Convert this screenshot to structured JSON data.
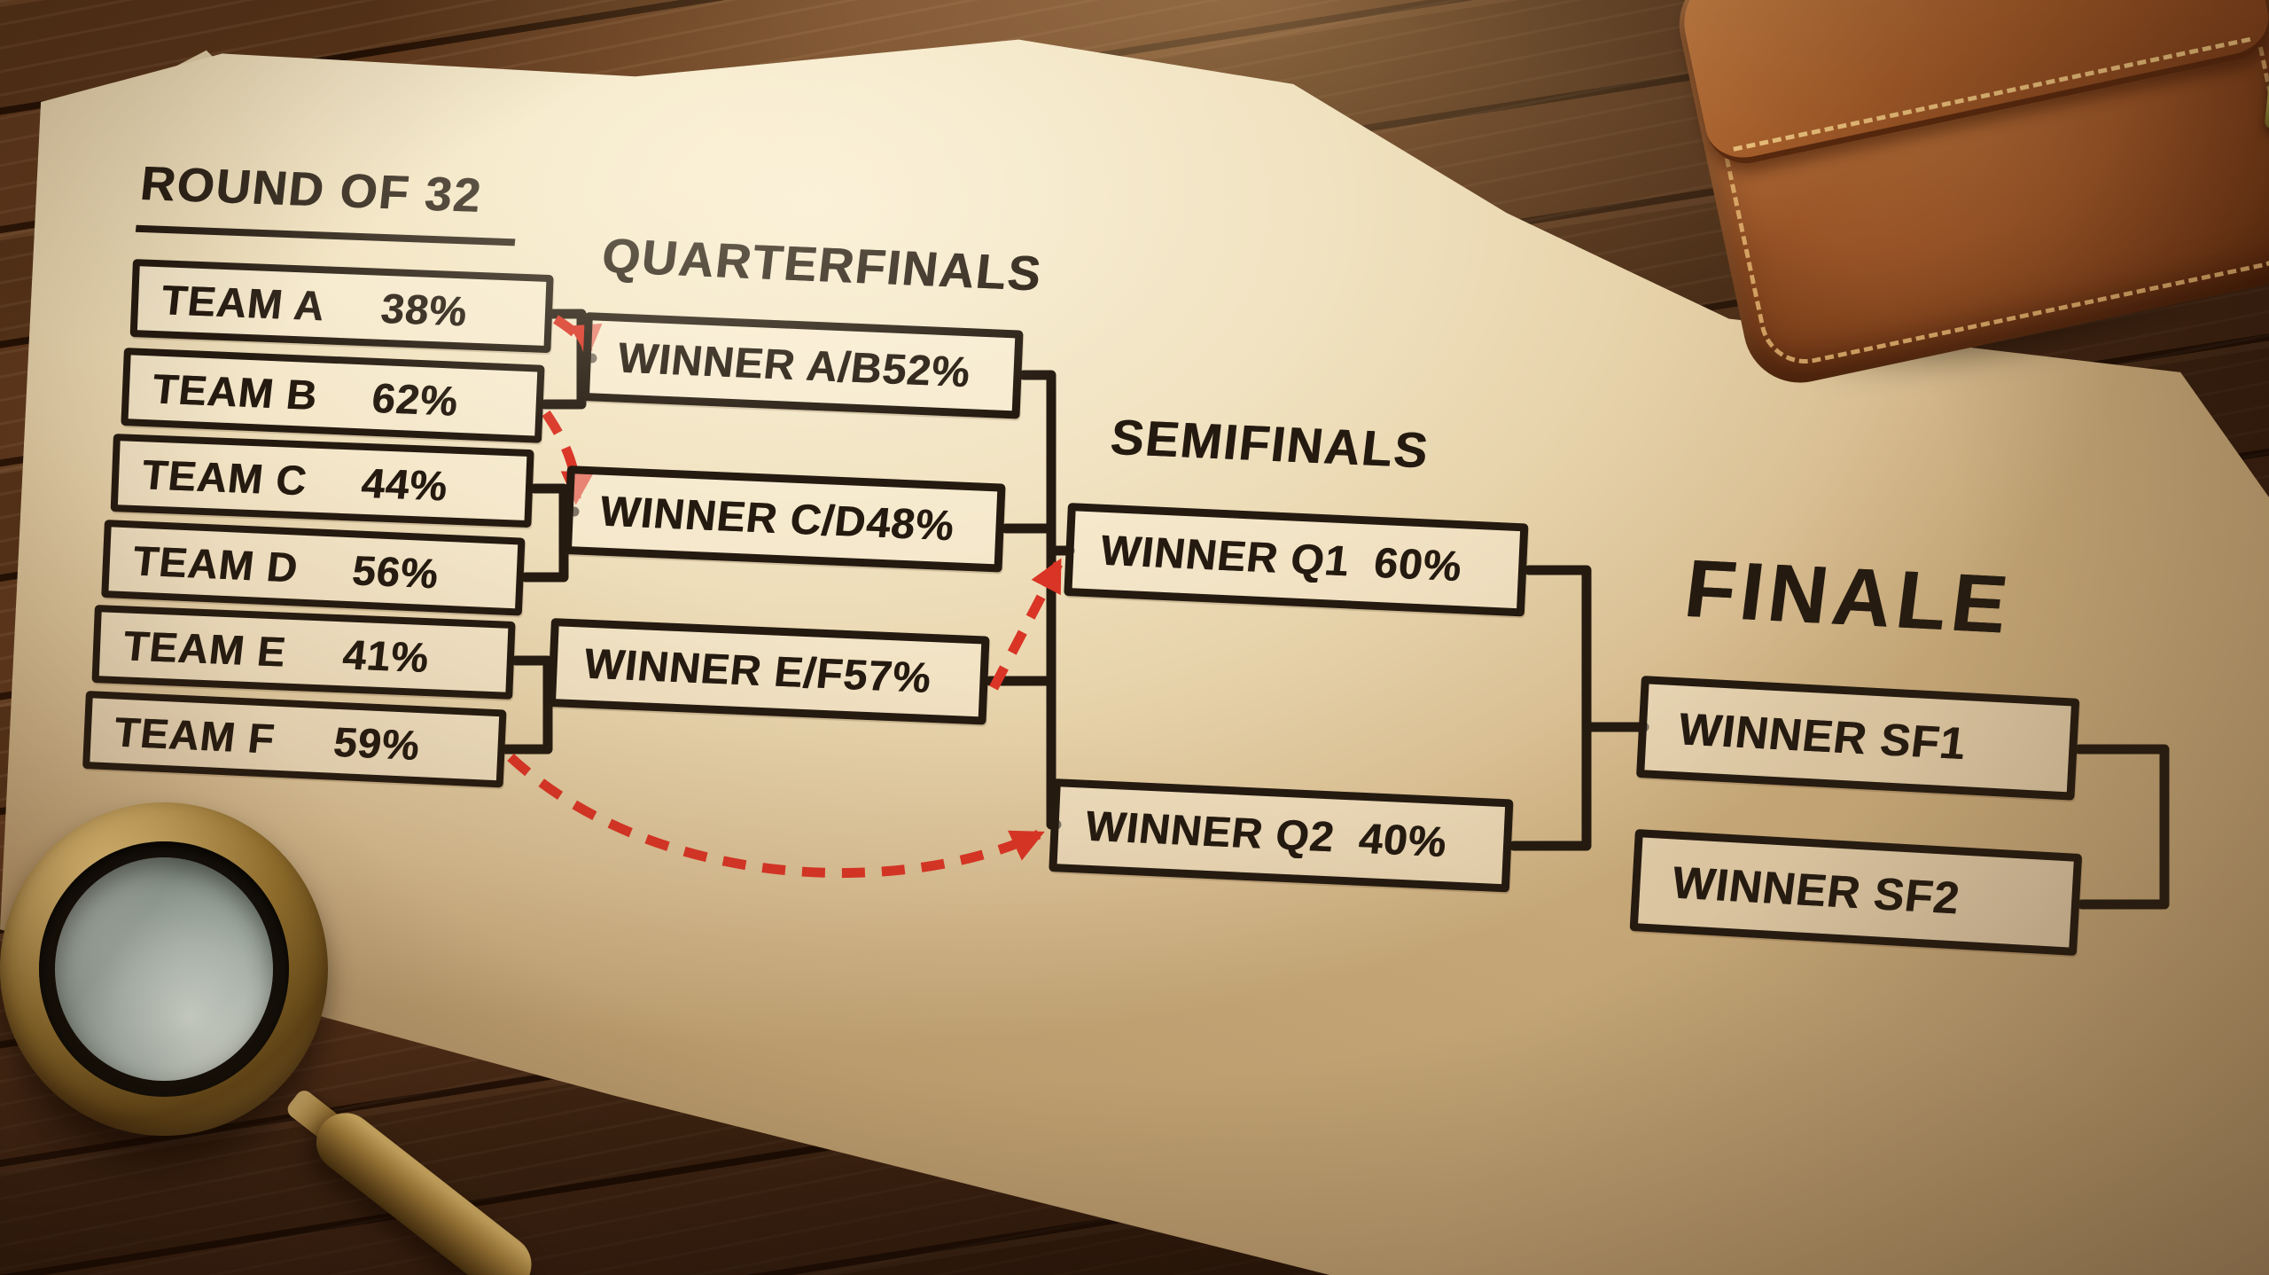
{
  "bracket": {
    "r32": {
      "title": "ROUND OF 32",
      "teams": [
        {
          "name": "TEAM A",
          "pct": "38%"
        },
        {
          "name": "TEAM B",
          "pct": "62%"
        },
        {
          "name": "TEAM C",
          "pct": "44%"
        },
        {
          "name": "TEAM D",
          "pct": "56%"
        },
        {
          "name": "TEAM E",
          "pct": "41%"
        },
        {
          "name": "TEAM F",
          "pct": "59%"
        }
      ]
    },
    "qf": {
      "title": "QUARTERFINALS",
      "matches": [
        {
          "name": "WINNER A/B",
          "pct": "52%"
        },
        {
          "name": "WINNER C/D",
          "pct": "48%"
        },
        {
          "name": "WINNER E/F",
          "pct": "57%"
        }
      ]
    },
    "sf": {
      "title": "SEMIFINALS",
      "matches": [
        {
          "name": "WINNER Q1",
          "pct": "60%"
        },
        {
          "name": "WINNER Q2",
          "pct": "40%"
        }
      ]
    },
    "final": {
      "title": "FINALE",
      "matches": [
        {
          "name": "WINNER SF1"
        },
        {
          "name": "WINNER SF2"
        }
      ]
    },
    "red_links": [
      {
        "from": "TEAM A",
        "to": "WINNER A/B"
      },
      {
        "from": "TEAM B",
        "to": "WINNER C/D"
      },
      {
        "from": "WINNER E/F",
        "to": "WINNER Q1"
      },
      {
        "from": "TEAM F",
        "to": "WINNER Q2"
      }
    ]
  },
  "colors": {
    "ink": "#241a10",
    "paper": "#f1e3c1",
    "red_accent": "#d93425",
    "wood": "#573419",
    "brass": "#a8833f",
    "leather": "#9a5527",
    "glass": "#93a096"
  }
}
